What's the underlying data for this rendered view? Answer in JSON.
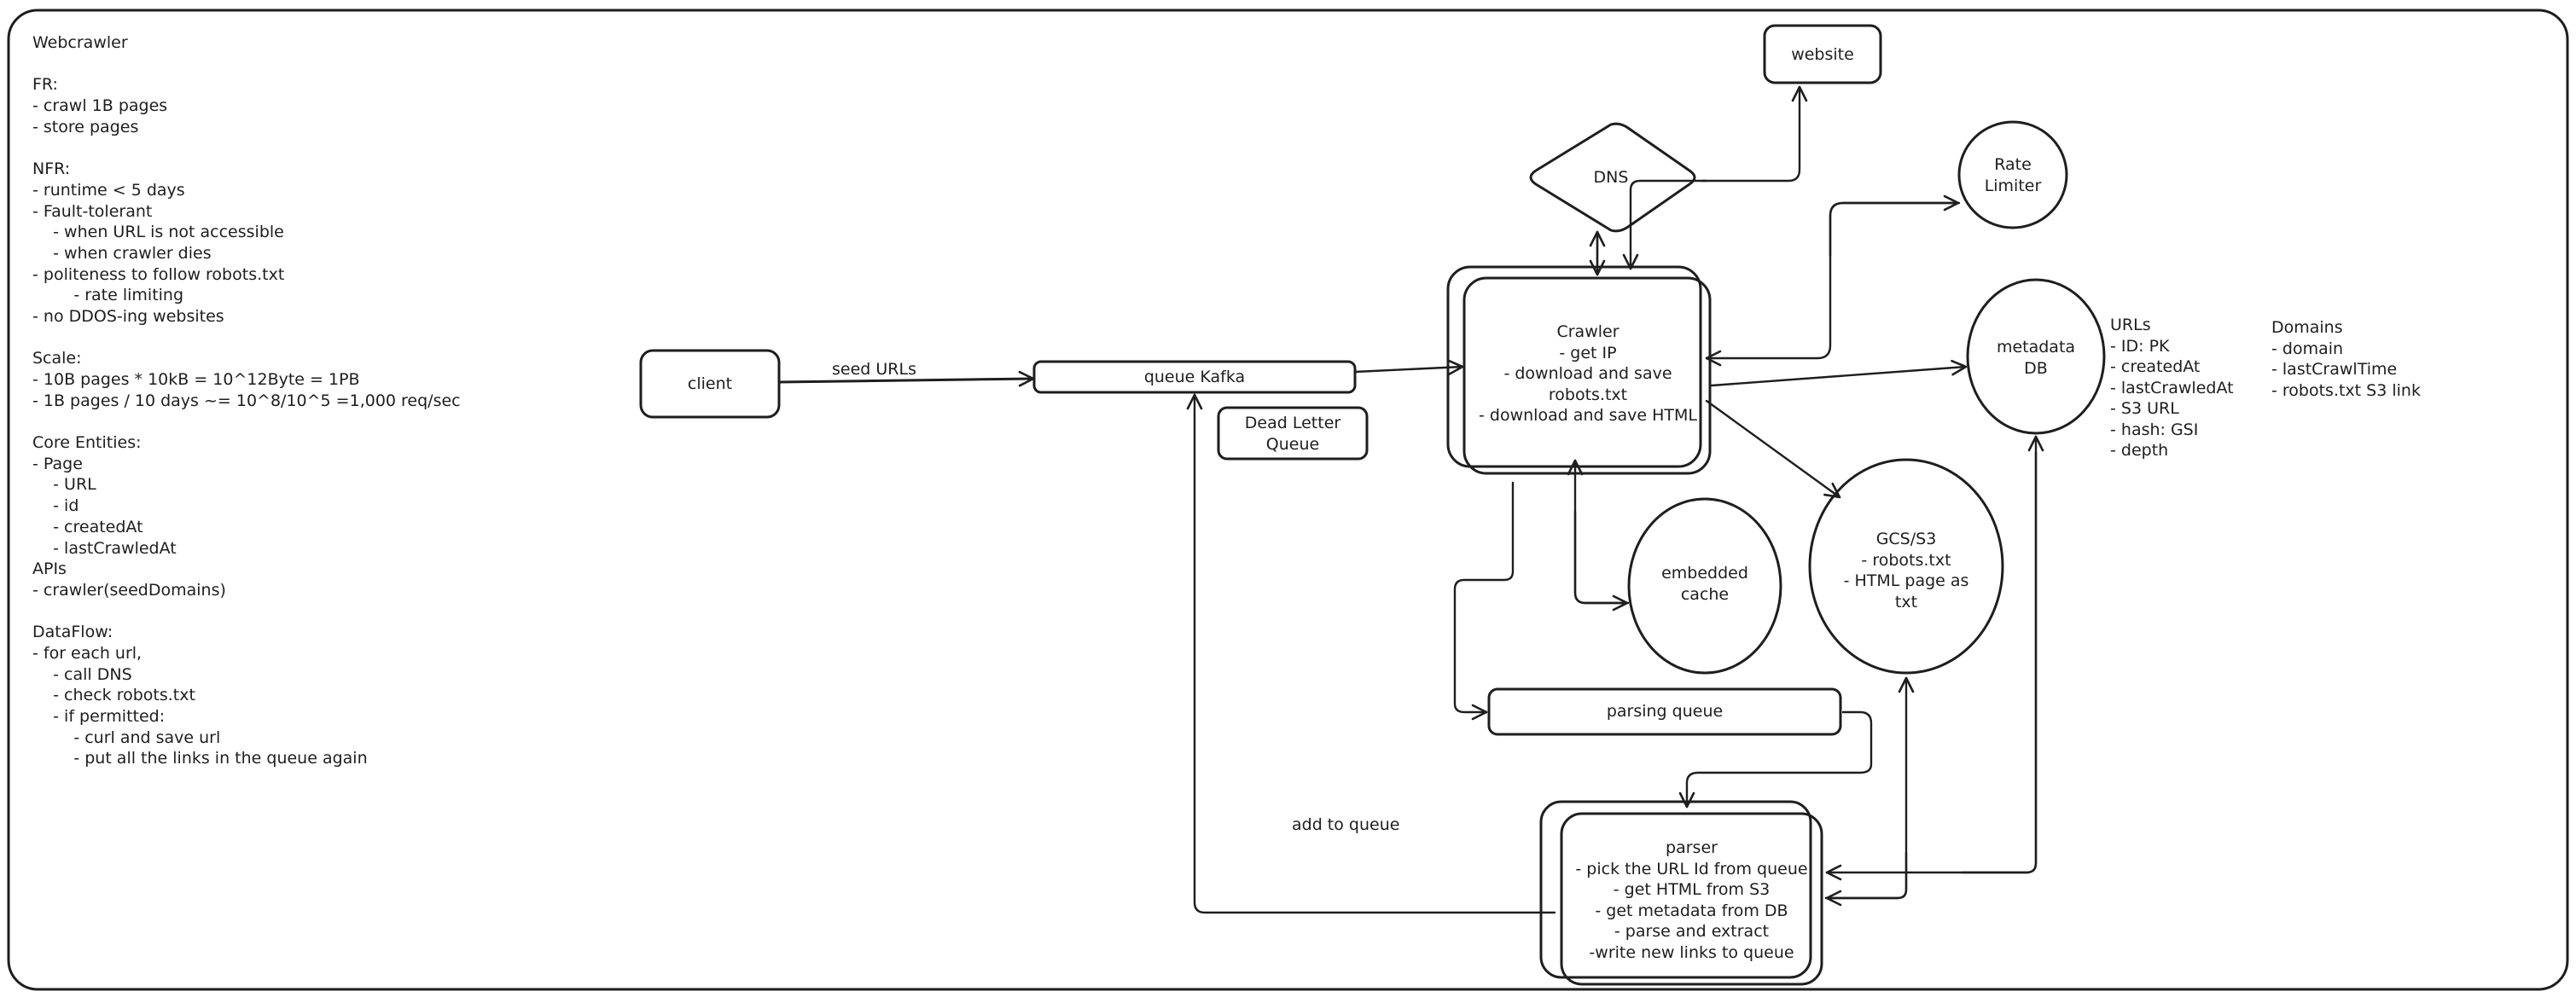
{
  "canvas": {
    "background": "#ffffff",
    "stroke_color": "#1e1e1e"
  },
  "notes": {
    "lines": [
      "Webcrawler",
      "",
      "FR:",
      "- crawl 1B pages",
      "- store pages",
      "",
      "NFR:",
      "- runtime < 5 days",
      "- Fault-tolerant",
      "    - when URL is not accessible",
      "    - when crawler dies",
      "- politeness to follow robots.txt",
      "        - rate limiting",
      "- no DDOS-ing websites",
      "",
      "Scale:",
      "- 10B pages * 10kB = 10^12Byte = 1PB",
      "- 1B pages / 10 days ~= 10^8/10^5 =1,000 req/sec",
      "",
      "Core Entities:",
      "- Page",
      "    - URL",
      "    - id",
      "    - createdAt",
      "    - lastCrawledAt",
      "APIs",
      "- crawler(seedDomains)",
      "",
      "DataFlow:",
      "- for each url,",
      "    - call DNS",
      "    - check robots.txt",
      "    - if permitted:",
      "        - curl and save url",
      "        - put all the links in the queue again"
    ]
  },
  "nodes": {
    "client": "client",
    "queue_kafka": "queue Kafka",
    "dead_letter_queue": "Dead Letter\nQueue",
    "crawler": "Crawler\n- get IP\n- download and save\nrobots.txt\n- download and save HTML",
    "dns": "DNS",
    "website": "website",
    "rate_limiter": "Rate\nLimiter",
    "metadata_db": "metadata\nDB",
    "embedded_cache": "embedded\ncache",
    "gcs_s3": "GCS/S3\n- robots.txt\n- HTML page as\ntxt",
    "parsing_queue": "parsing queue",
    "parser": "parser\n- pick the URL Id from queue\n- get HTML from S3\n- get metadata from DB\n- parse and extract\n-write new links to queue"
  },
  "edge_labels": {
    "seed_urls": "seed URLs",
    "add_to_queue": "add to queue"
  },
  "schemas": {
    "urls": "URLs\n- ID: PK\n- createdAt\n- lastCrawledAt\n- S3 URL\n- hash: GSI\n- depth",
    "domains": "Domains\n- domain\n- lastCrawlTime\n- robots.txt S3 link"
  }
}
